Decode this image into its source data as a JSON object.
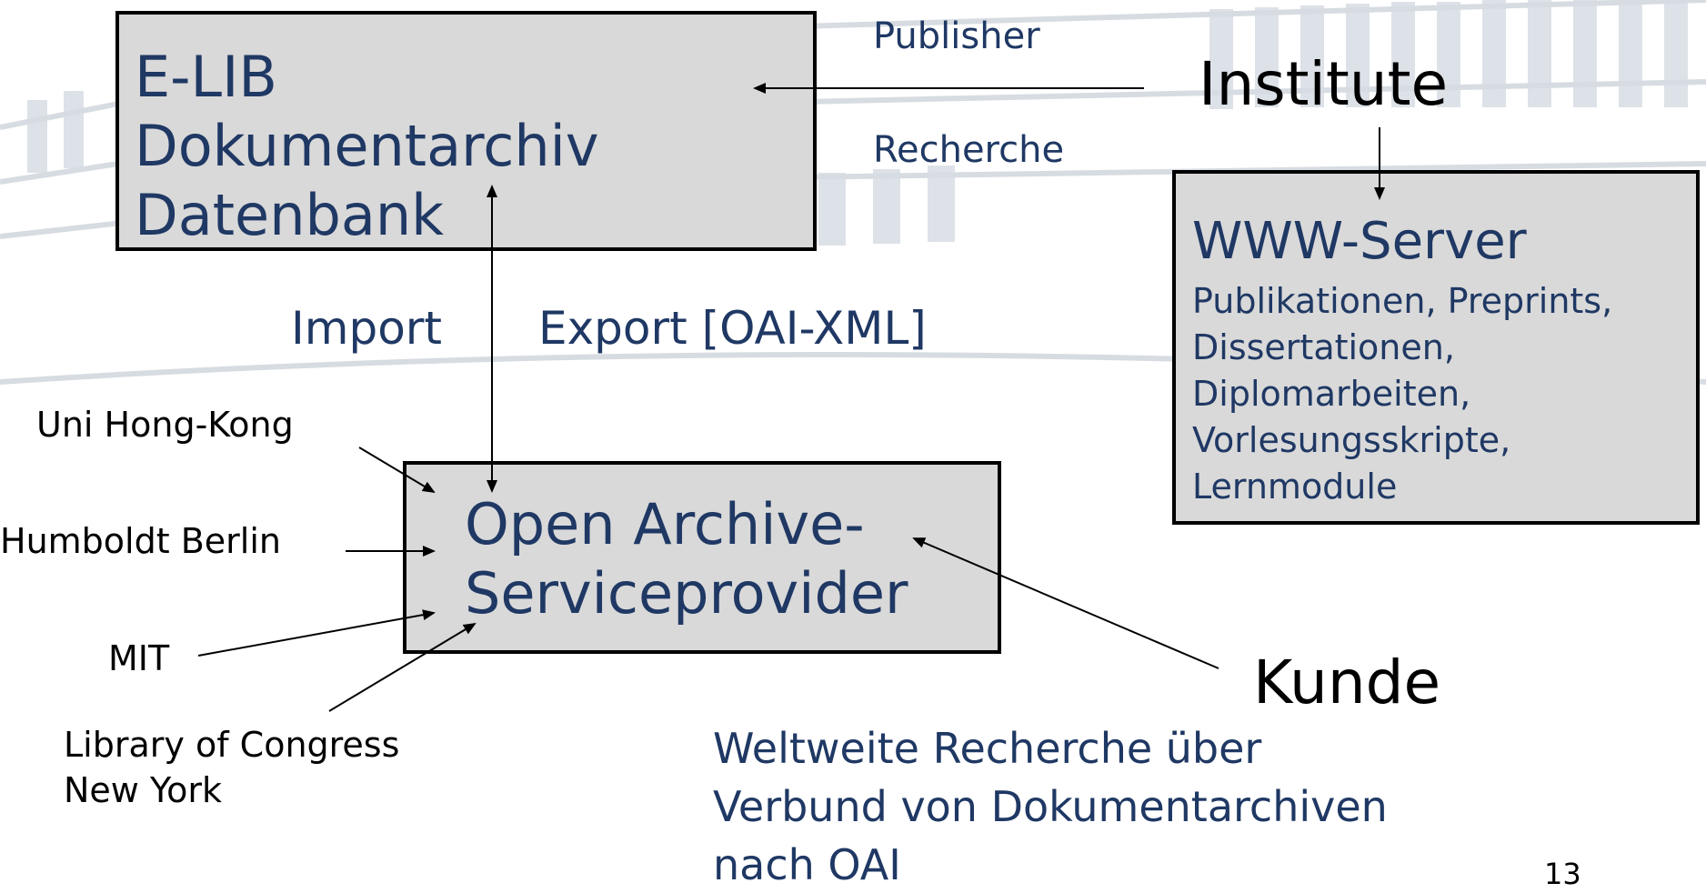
{
  "elib_box": {
    "line1": "E-LIB",
    "line2": "Dokumentarchiv",
    "line3": "Datenbank"
  },
  "publisher_label": "Publisher",
  "recherche_label": "Recherche",
  "institute_label": "Institute",
  "www_box": {
    "title": "WWW-Server",
    "items": [
      "Publikationen, Preprints,",
      "Dissertationen,",
      "Diplomarbeiten,",
      "Vorlesungsskripte,",
      "Lernmodule"
    ]
  },
  "import_label": "Import",
  "export_label": "Export [OAI-XML]",
  "oa_box": {
    "line1": "Open Archive-",
    "line2": "Serviceprovider"
  },
  "sources": {
    "uni_hong_kong": "Uni Hong-Kong",
    "humboldt_berlin": "Humboldt Berlin",
    "mit": "MIT",
    "loc_line1": "Library of Congress",
    "loc_line2": "New York"
  },
  "kunde_label": "Kunde",
  "caption": {
    "line1": "Weltweite Recherche über",
    "line2": "Verbund von Dokumentarchiven",
    "line3": "nach OAI"
  },
  "page_number": "13",
  "colors": {
    "accent": "#1f3864",
    "box_fill": "#d9d9d9",
    "background_building": "#c8cfd8"
  }
}
